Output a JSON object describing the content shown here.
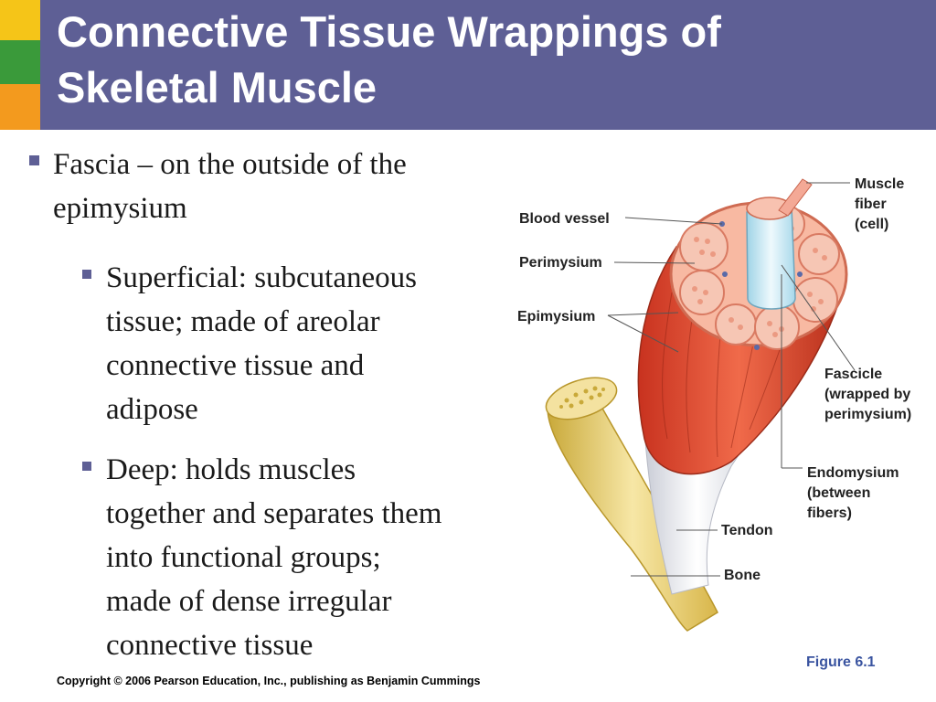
{
  "slide": {
    "title_line1": "Connective Tissue Wrappings of",
    "title_line2": "Skeletal Muscle",
    "copyright": "Copyright © 2006 Pearson Education, Inc., publishing as Benjamin Cummings",
    "figure_label": "Figure 6.1"
  },
  "bullets": {
    "fascia": {
      "lines": [
        "Fascia – on the outside of the",
        "epimysium"
      ]
    },
    "superficial": {
      "lines": [
        "Superficial: subcutaneous",
        "tissue; made of areolar",
        "connective tissue and",
        "adipose"
      ]
    },
    "deep": {
      "lines": [
        "Deep: holds muscles",
        "together and separates them",
        "into functional groups;",
        "made of dense irregular",
        "connective tissue"
      ]
    }
  },
  "diagram": {
    "labels": {
      "blood_vessel": "Blood vessel",
      "perimysium": "Perimysium",
      "epimysium": "Epimysium",
      "muscle_fiber": [
        "Muscle",
        "fiber",
        "(cell)"
      ],
      "fascicle": [
        "Fascicle",
        "(wrapped by",
        "perimysium)"
      ],
      "endomysium": [
        "Endomysium",
        "(between",
        "fibers)"
      ],
      "tendon": "Tendon",
      "bone": "Bone"
    }
  },
  "colors": {
    "title_bar": "#5e5f95",
    "stripe_yellow": "#f5c518",
    "stripe_green": "#3a9a3a",
    "stripe_orange": "#f39a1e",
    "figure_label": "#3a54a0"
  }
}
